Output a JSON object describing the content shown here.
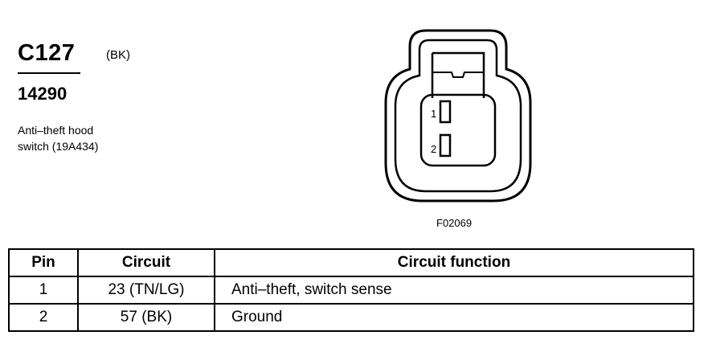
{
  "connector": {
    "id": "C127",
    "color": "(BK)",
    "part_number": "14290",
    "description_lines": [
      "Anti–theft hood",
      "switch (19A434)"
    ]
  },
  "diagram": {
    "pin_labels": [
      "1",
      "2"
    ],
    "figure_code": "F02069"
  },
  "table": {
    "headers": [
      "Pin",
      "Circuit",
      "Circuit function"
    ],
    "rows": [
      {
        "pin": "1",
        "circuit": "23 (TN/LG)",
        "function": "Anti–theft, switch sense"
      },
      {
        "pin": "2",
        "circuit": "57 (BK)",
        "function": "Ground"
      }
    ]
  }
}
